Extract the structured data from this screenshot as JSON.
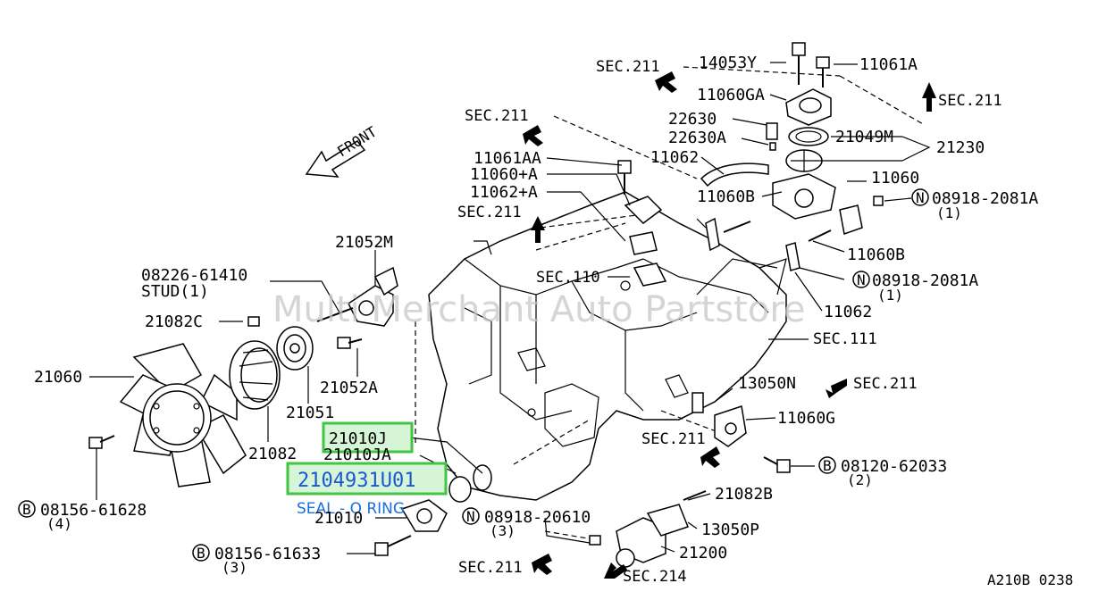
{
  "watermark": "Multi Merchant Auto Partstore",
  "diagram_code": "A210B 0238",
  "front_label": "FRONT",
  "highlight": {
    "part_number": "2104931U01",
    "description": "SEAL - O RING",
    "highlight_label": "21010J"
  },
  "labels": {
    "l14053Y": "14053Y",
    "l11061A": "11061A",
    "l11060GA": "11060GA",
    "l22630": "22630",
    "l22630A": "22630A",
    "l21049M": "21049M",
    "l21230": "21230",
    "l11061AA": "11061AA",
    "l11060A": "11060+A",
    "l11062A": "11062+A",
    "l11062top": "11062",
    "l11060B": "11060B",
    "l11060": "11060",
    "l08918A1": "08918-2081A",
    "l08918A1q": "(1)",
    "l11060Bb": "11060B",
    "l08918A2": "08918-2081A",
    "l08918A2q": "(1)",
    "l11062b": "11062",
    "l21052M": "21052M",
    "l08226": "08226-61410",
    "lstud": "STUD(1)",
    "l21082C": "21082C",
    "l21060": "21060",
    "l21052A": "21052A",
    "l21051": "21051",
    "l21082": "21082",
    "l21010JA": "21010JA",
    "l21010": "21010",
    "l08156a": "08156-61628",
    "l08156aq": "(4)",
    "l08156b": "08156-61633",
    "l08156bq": "(3)",
    "l08918b": "08918-20610",
    "l08918bq": "(3)",
    "l13050N": "13050N",
    "l11060G": "11060G",
    "l08120": "08120-62033",
    "l08120q": "(2)",
    "l21082B": "21082B",
    "l13050P": "13050P",
    "l21200": "21200"
  },
  "sections": {
    "s211a": "SEC.211",
    "s211b": "SEC.211",
    "s211c": "SEC.211",
    "s211d": "SEC.211",
    "s211e": "SEC.211",
    "s211f": "SEC.211",
    "s211g": "SEC.211",
    "s110": "SEC.110",
    "s111": "SEC.111",
    "s214": "SEC.214"
  },
  "markers": {
    "n": "N",
    "b": "B"
  }
}
